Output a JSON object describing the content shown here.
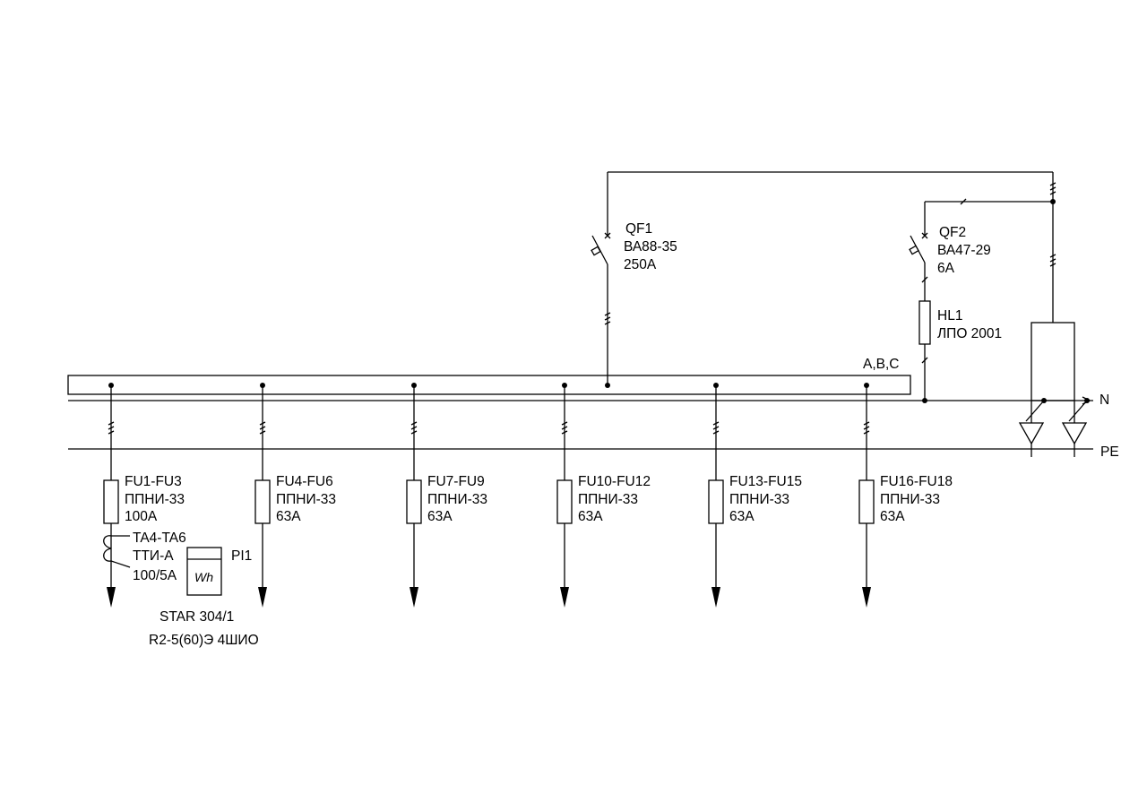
{
  "buses": {
    "phase_label": "A,B,C",
    "n_label": "N",
    "pe_label": "PE"
  },
  "qf1": {
    "name": "QF1",
    "type": "ВА88-35",
    "rating": "250А"
  },
  "qf2": {
    "name": "QF2",
    "type": "ВА47-29",
    "rating": "6А"
  },
  "hl1": {
    "name": "HL1",
    "type": "ЛПО 2001"
  },
  "feeders": [
    {
      "fuse": "FU1-FU3",
      "type": "ППНИ-33",
      "rating": "100А"
    },
    {
      "fuse": "FU4-FU6",
      "type": "ППНИ-33",
      "rating": "63А"
    },
    {
      "fuse": "FU7-FU9",
      "type": "ППНИ-33",
      "rating": "63А"
    },
    {
      "fuse": "FU10-FU12",
      "type": "ППНИ-33",
      "rating": "63А"
    },
    {
      "fuse": "FU13-FU15",
      "type": "ППНИ-33",
      "rating": "63А"
    },
    {
      "fuse": "FU16-FU18",
      "type": "ППНИ-33",
      "rating": "63А"
    }
  ],
  "ct": {
    "name": "TA4-TA6",
    "type": "ТТИ-А",
    "ratio": "100/5А"
  },
  "meter": {
    "name": "PI1",
    "symbol": "Wh",
    "model": "STAR 304/1",
    "spec": "R2-5(60)Э 4ШИО"
  }
}
